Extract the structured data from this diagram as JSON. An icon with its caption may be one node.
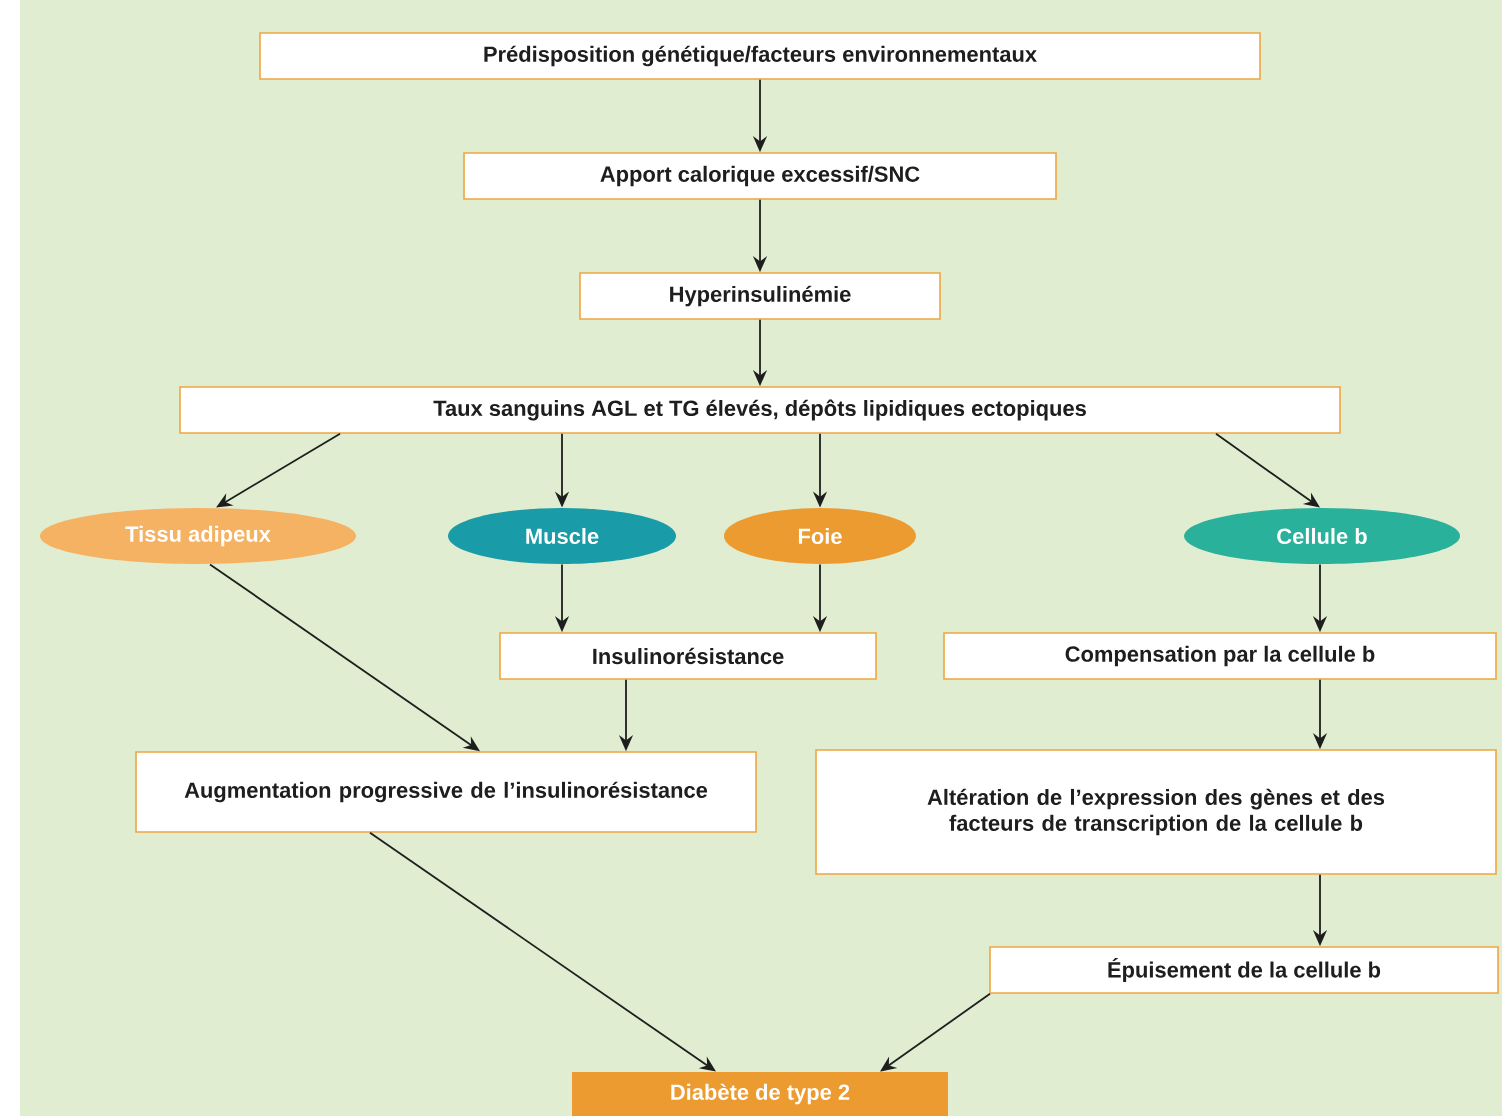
{
  "diagram": {
    "nodes": [
      {
        "text": [
          "Prédisposition génétique/facteurs environnementaux"
        ]
      },
      {
        "text": [
          "Apport calorique excessif/SNC"
        ]
      },
      {
        "text": [
          "Hyperinsulinémie"
        ]
      },
      {
        "text": [
          "Taux sanguins AGL et TG élevés, dépôts lipidiques ectopiques"
        ]
      },
      {
        "text": [
          "Tissu adipeux"
        ]
      },
      {
        "text": [
          "Muscle"
        ]
      },
      {
        "text": [
          "Foie"
        ]
      },
      {
        "text": [
          "Cellule b"
        ]
      },
      {
        "text": [
          "Insulinorésistance"
        ]
      },
      {
        "text": [
          "Compensation par la cellule b"
        ]
      },
      {
        "text": [
          "Augmentation progressive de l’insulinorésistance"
        ]
      },
      {
        "text": [
          "Altération de l’expression des gènes et des facteurs de transcription de la cellule b"
        ]
      },
      {
        "text": [
          "Épuisement de la cellule b"
        ]
      },
      {
        "text": [
          "Diabète de type 2"
        ]
      }
    ],
    "edges": [
      {
        "from": 0,
        "to": 1,
        "arrow": "to"
      },
      {
        "from": 1,
        "to": 2,
        "arrow": "to"
      },
      {
        "from": 2,
        "to": 3,
        "arrow": "to"
      },
      {
        "from": 3,
        "to": 4,
        "arrow": "to"
      },
      {
        "from": 3,
        "to": 5,
        "arrow": "to"
      },
      {
        "from": 3,
        "to": 6,
        "arrow": "to"
      },
      {
        "from": 3,
        "to": 7,
        "arrow": "to"
      },
      {
        "from": 5,
        "to": 8,
        "arrow": "to"
      },
      {
        "from": 6,
        "to": 8,
        "arrow": "to"
      },
      {
        "from": 7,
        "to": 9,
        "arrow": "to"
      },
      {
        "from": 4,
        "to": 10,
        "arrow": "to"
      },
      {
        "from": 8,
        "to": 10,
        "arrow": "to"
      },
      {
        "from": 9,
        "to": 11,
        "arrow": "to"
      },
      {
        "from": 11,
        "to": 12,
        "arrow": "to"
      },
      {
        "from": 10,
        "to": 13,
        "arrow": "to"
      },
      {
        "from": 12,
        "to": 13,
        "arrow": "to"
      }
    ]
  }
}
